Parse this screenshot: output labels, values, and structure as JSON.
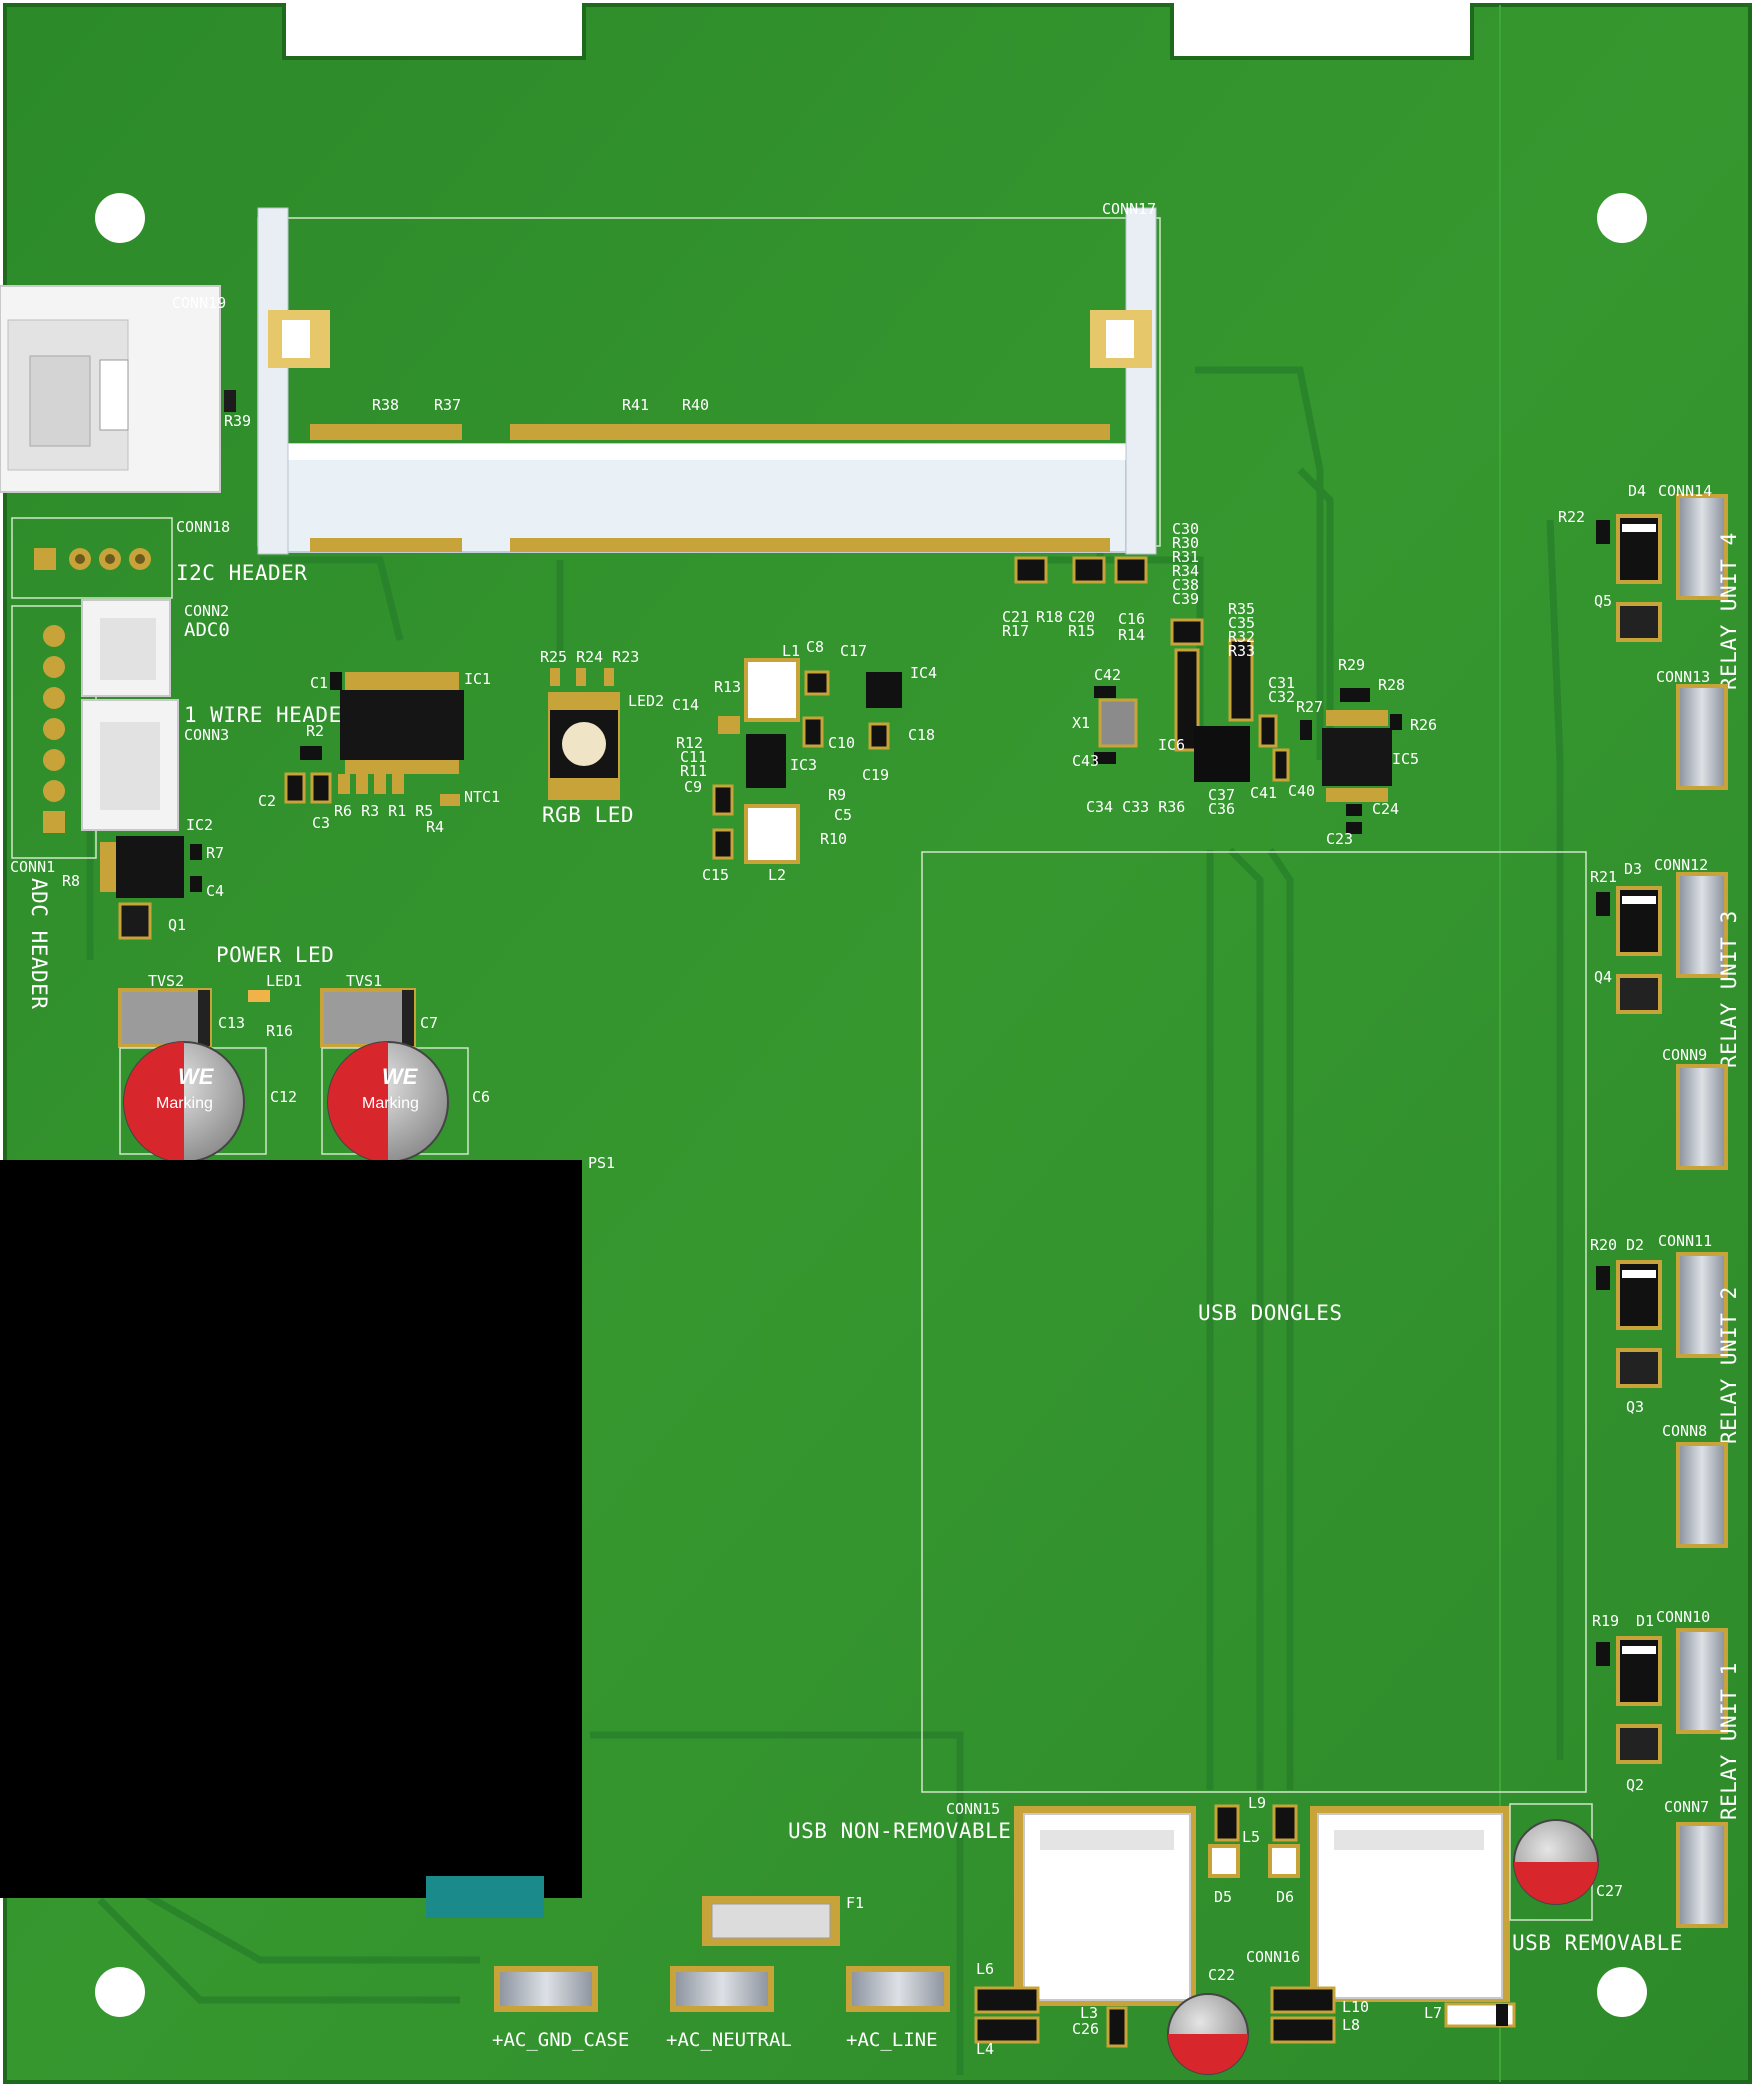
{
  "colors": {
    "pcb": "#2f8f2c",
    "pcb_dark": "#1f6b1e",
    "trace": "#2a8227",
    "pad": "#c8a33a",
    "silk": "#ffffff",
    "body_black": "#111111",
    "connector_white": "#f2f2f2",
    "cap_red": "#d8262d",
    "header_grey": "#b7bcc4"
  },
  "labels": {
    "conn17": "CONN17",
    "conn19": "CONN19",
    "r39": "R39",
    "r38": "R38",
    "r37": "R37",
    "r41": "R41",
    "r40": "R40",
    "conn18": "CONN18",
    "i2c_header": "I2C HEADER",
    "conn2": "CONN2",
    "adc0": "ADC0",
    "one_wire_header": "1 WIRE HEADER",
    "conn3": "CONN3",
    "c1": "C1",
    "ic1": "IC1",
    "r2": "R2",
    "c2": "C2",
    "c3": "C3",
    "r6r3r1r5": "R6 R3 R1 R5",
    "r4": "R4",
    "ntc1": "NTC1",
    "ic2": "IC2",
    "r7": "R7",
    "c4": "C4",
    "conn1": "CONN1",
    "r8": "R8",
    "q1": "Q1",
    "adc_header": "ADC HEADER",
    "power_led": "POWER LED",
    "tvs2": "TVS2",
    "led1": "LED1",
    "tvs1": "TVS1",
    "c13": "C13",
    "r16": "R16",
    "c7": "C7",
    "c12": "C12",
    "c6": "C6",
    "ps1": "PS1",
    "r25r24r23": "R25 R24 R23",
    "led2": "LED2",
    "rgb_led": "RGB LED",
    "r13": "R13",
    "l1": "L1",
    "c8": "C8",
    "c17": "C17",
    "ic4": "IC4",
    "c14": "C14",
    "r12": "R12",
    "c11": "C11",
    "r11": "R11",
    "c9": "C9",
    "ic3": "IC3",
    "c10": "C10",
    "c18": "C18",
    "c19": "C19",
    "r9": "R9",
    "c5": "C5",
    "r10": "R10",
    "c15": "C15",
    "l2": "L2",
    "c30": "C30",
    "r30": "R30",
    "r31": "R31",
    "r34": "R34",
    "c38": "C38",
    "c39": "C39",
    "c21": "C21",
    "r18": "R18",
    "c20": "C20",
    "c16": "C16",
    "r17": "R17",
    "r15": "R15",
    "r14": "R14",
    "r35": "R35",
    "c35": "C35",
    "r32": "R32",
    "r33": "R33",
    "c42": "C42",
    "x1": "X1",
    "c43": "C43",
    "ic6": "IC6",
    "c31": "C31",
    "c32": "C32",
    "r27": "R27",
    "r29": "R29",
    "r28": "R28",
    "r26": "R26",
    "ic5": "IC5",
    "c34c33r36": "C34 C33 R36",
    "c37": "C37",
    "c36": "C36",
    "c41": "C41",
    "c40": "C40",
    "c24": "C24",
    "c23": "C23",
    "usb_dongles": "USB DONGLES",
    "r22": "R22",
    "d4": "D4",
    "conn14": "CONN14",
    "q5": "Q5",
    "relay_unit_4": "RELAY UNIT 4",
    "conn13": "CONN13",
    "r21": "R21",
    "d3": "D3",
    "conn12": "CONN12",
    "q4": "Q4",
    "relay_unit_3": "RELAY UNIT 3",
    "conn9": "CONN9",
    "r20": "R20",
    "d2": "D2",
    "conn11": "CONN11",
    "q3": "Q3",
    "relay_unit_2": "RELAY UNIT 2",
    "conn8": "CONN8",
    "r19": "R19",
    "d1": "D1",
    "conn10": "CONN10",
    "q2": "Q2",
    "relay_unit_1": "RELAY UNIT 1",
    "conn7": "CONN7",
    "conn15": "CONN15",
    "usb_non_removable": "USB NON-REMOVABLE",
    "l9": "L9",
    "l5": "L5",
    "d5": "D5",
    "d6": "D6",
    "c27": "C27",
    "usb_removable": "USB REMOVABLE",
    "conn16": "CONN16",
    "c22": "C22",
    "l6": "L6",
    "l3": "L3",
    "c26": "C26",
    "l4": "L4",
    "l10": "L10",
    "l8": "L8",
    "l7": "L7",
    "f1": "F1",
    "ac_gnd_case": "+AC_GND_CASE",
    "ac_neutral": "+AC_NEUTRAL",
    "ac_line": "+AC_LINE",
    "cap_brand": "WE",
    "cap_marking": "Marking"
  }
}
